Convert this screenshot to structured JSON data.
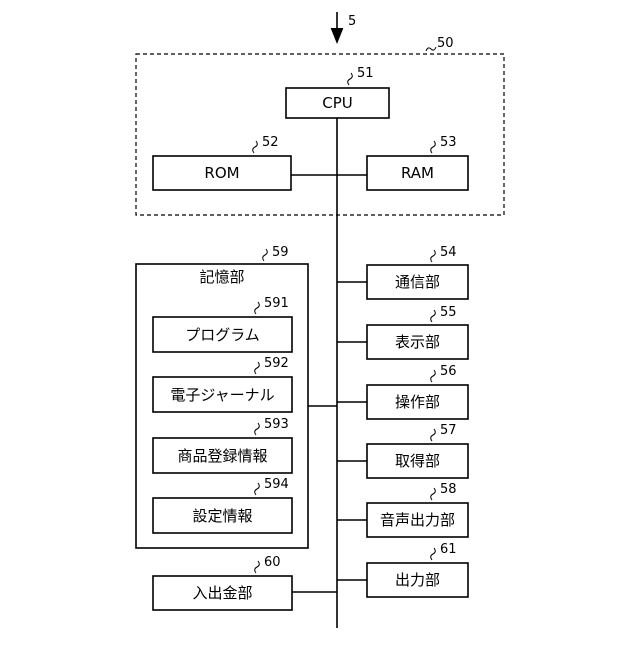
{
  "diagram": {
    "input_ref": "5",
    "group": {
      "ref": "50"
    },
    "cpu": {
      "label": "CPU",
      "ref": "51"
    },
    "rom": {
      "label": "ROM",
      "ref": "52"
    },
    "ram": {
      "label": "RAM",
      "ref": "53"
    },
    "comm": {
      "label": "通信部",
      "ref": "54"
    },
    "display": {
      "label": "表示部",
      "ref": "55"
    },
    "operation": {
      "label": "操作部",
      "ref": "56"
    },
    "acquire": {
      "label": "取得部",
      "ref": "57"
    },
    "audio": {
      "label": "音声出力部",
      "ref": "58"
    },
    "storage": {
      "label": "記憶部",
      "ref": "59"
    },
    "program": {
      "label": "プログラム",
      "ref": "591"
    },
    "journal": {
      "label": "電子ジャーナル",
      "ref": "592"
    },
    "product": {
      "label": "商品登録情報",
      "ref": "593"
    },
    "settings": {
      "label": "設定情報",
      "ref": "594"
    },
    "cash": {
      "label": "入出金部",
      "ref": "60"
    },
    "output": {
      "label": "出力部",
      "ref": "61"
    }
  }
}
